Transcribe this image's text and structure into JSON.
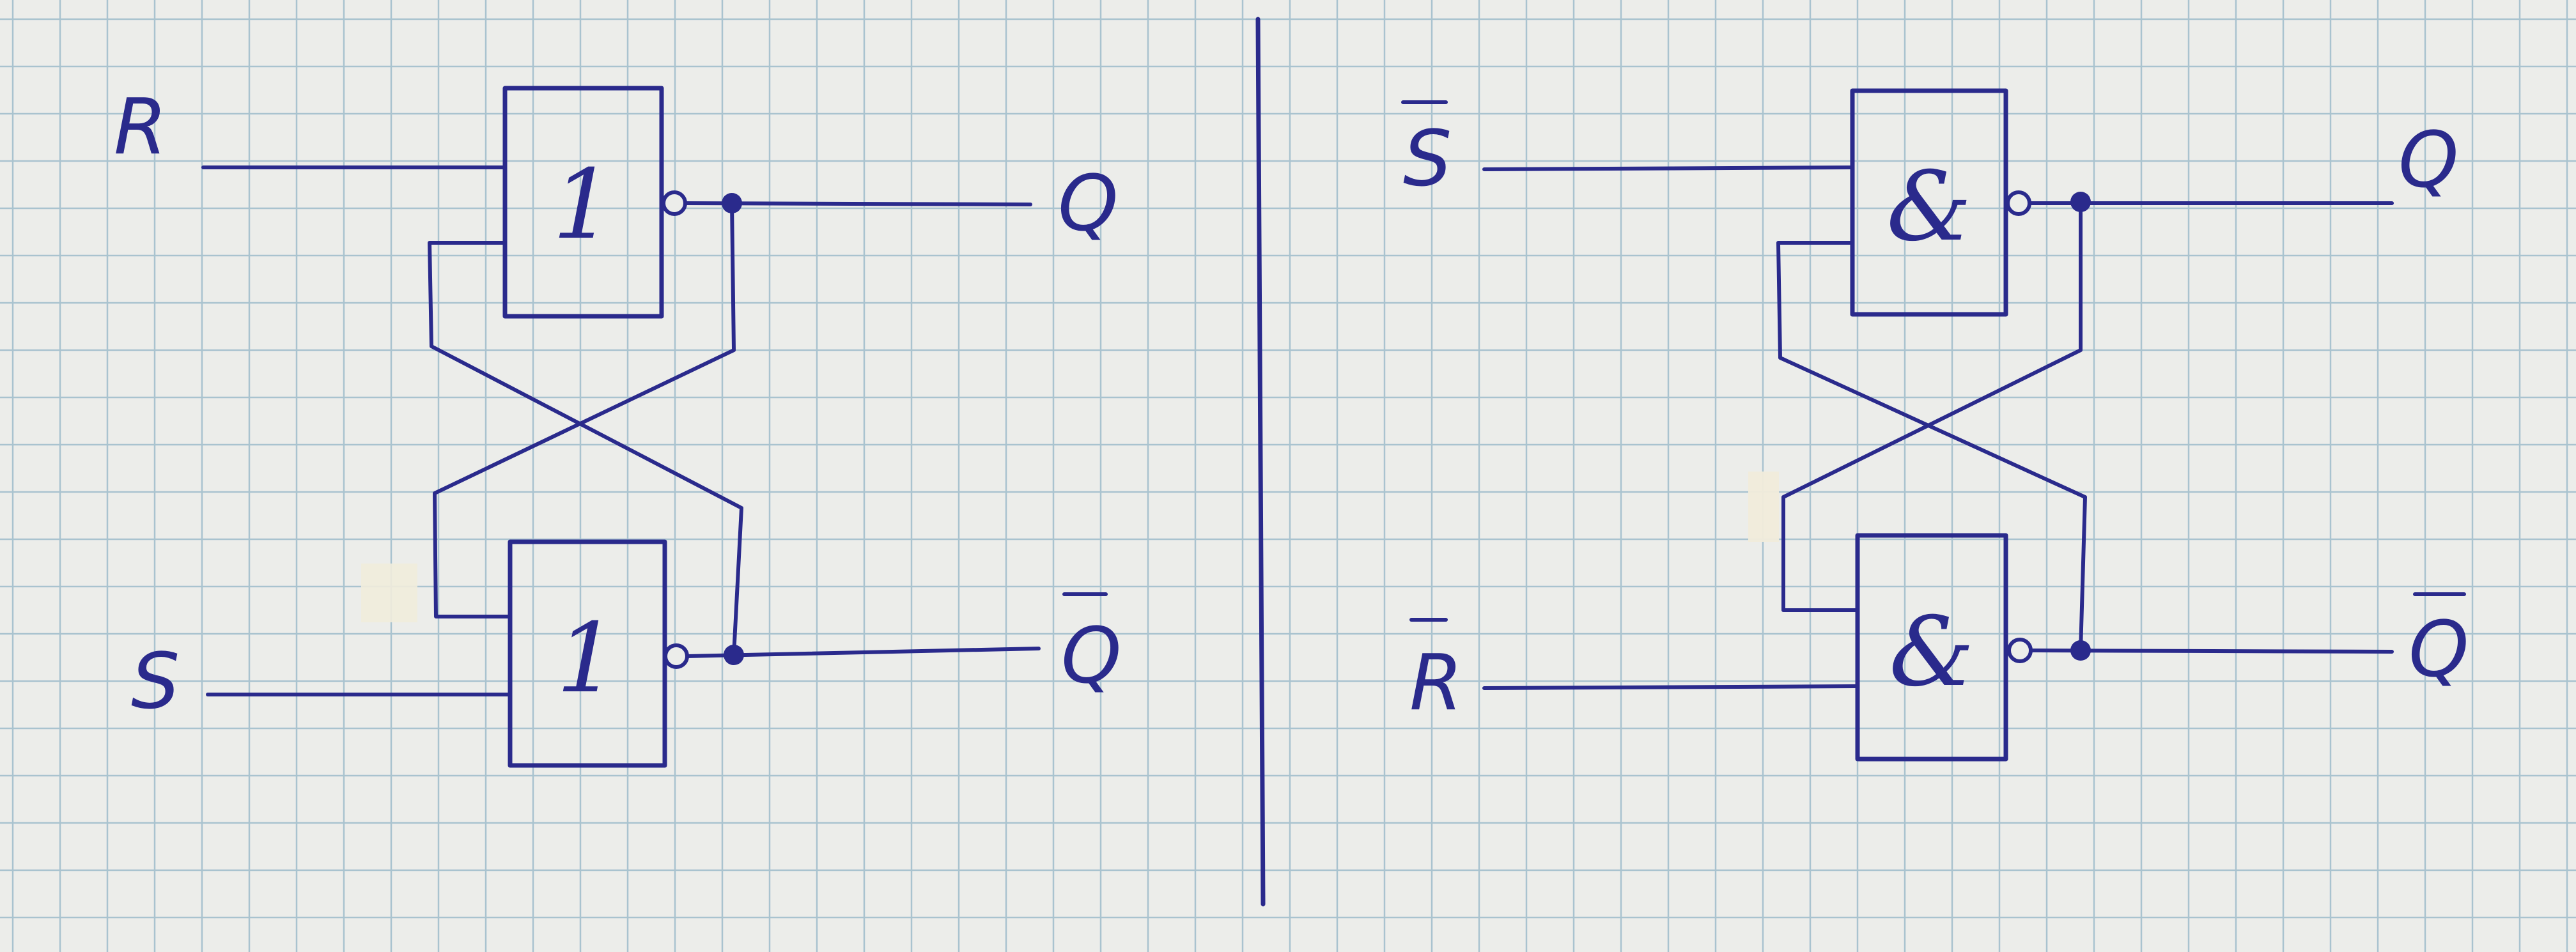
{
  "colors": {
    "ink": "#2a2a8c",
    "paper": "#ecedea",
    "grid": "#a9c3cf",
    "tape": "#f1ecdb"
  },
  "nor_latch": {
    "top_gate_label": "1",
    "bottom_gate_label": "1",
    "input_top_label": "R",
    "input_bottom_label": "S",
    "output_top_label": "Q",
    "output_bottom_label": "Q"
  },
  "nand_latch": {
    "top_gate_label": "&",
    "bottom_gate_label": "&",
    "input_top_label": "S",
    "input_bottom_label": "R",
    "output_top_label": "Q",
    "output_bottom_label": "Q"
  }
}
